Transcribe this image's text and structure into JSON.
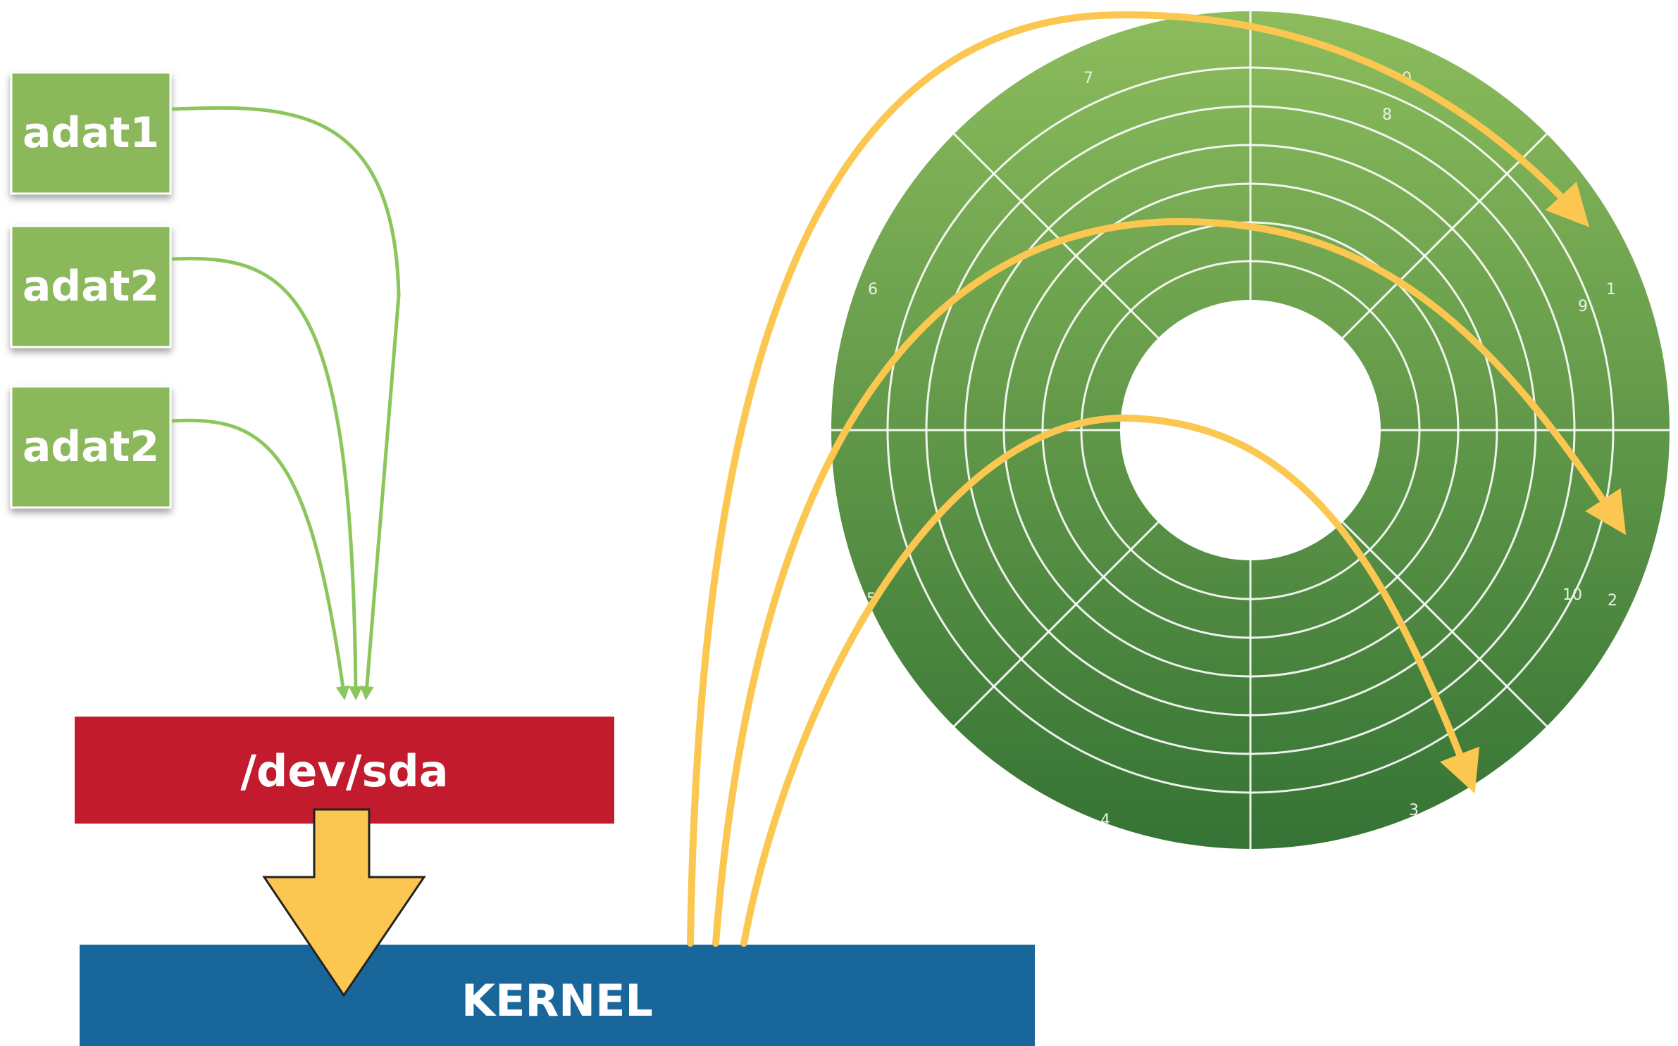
{
  "processes": [
    {
      "label": "adat1"
    },
    {
      "label": "adat2"
    },
    {
      "label": "adat2"
    }
  ],
  "device": {
    "label": "/dev/sda"
  },
  "kernel": {
    "label": "KERNEL"
  },
  "disk": {
    "sector_labels": [
      "0",
      "1",
      "2",
      "3",
      "4",
      "5",
      "6",
      "7",
      "8",
      "9",
      "10"
    ]
  },
  "colors": {
    "process_box": "#8ab85a",
    "process_arrow": "#8bc65c",
    "device_bar": "#c21b2e",
    "kernel_bar": "#19669a",
    "yellow_arrow": "#fbc750",
    "disk_light": "#8cbc5c",
    "disk_dark": "#357335"
  }
}
